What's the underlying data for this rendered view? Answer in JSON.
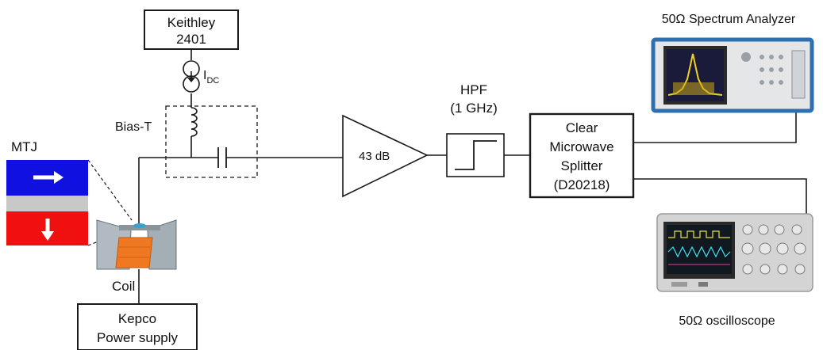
{
  "keithley": {
    "line1": "Keithley",
    "line2": "2401"
  },
  "current_source": {
    "symbol": "I",
    "subscript": "DC"
  },
  "bias_tee": {
    "label": "Bias-T"
  },
  "mtj": {
    "label": "MTJ"
  },
  "coil": {
    "label": "Coil"
  },
  "kepco": {
    "line1": "Kepco",
    "line2": "Power supply"
  },
  "amplifier": {
    "gain": "43 dB"
  },
  "hpf": {
    "line1": "HPF",
    "line2": "(1 GHz)"
  },
  "splitter": {
    "line1": "Clear",
    "line2": "Microwave",
    "line3": "Splitter",
    "line4": "(D20218)"
  },
  "spectrum_analyzer": {
    "label": "50Ω Spectrum Analyzer"
  },
  "oscilloscope": {
    "label": "50Ω oscilloscope"
  },
  "colors": {
    "line": "#1a1a1a",
    "mtj_top": "#1010e0",
    "mtj_spacer": "#c8c8c8",
    "mtj_bottom": "#f01010",
    "coil": "#f07820",
    "magnet": "#b0bac0",
    "analyzer_frame": "#2e6fb0",
    "oscilloscope_body": "#d4d4d4"
  },
  "icons": [
    "current-source-icon",
    "inductor-icon",
    "capacitor-icon",
    "high-pass-filter-icon",
    "arrow-right-icon",
    "arrow-down-icon"
  ]
}
